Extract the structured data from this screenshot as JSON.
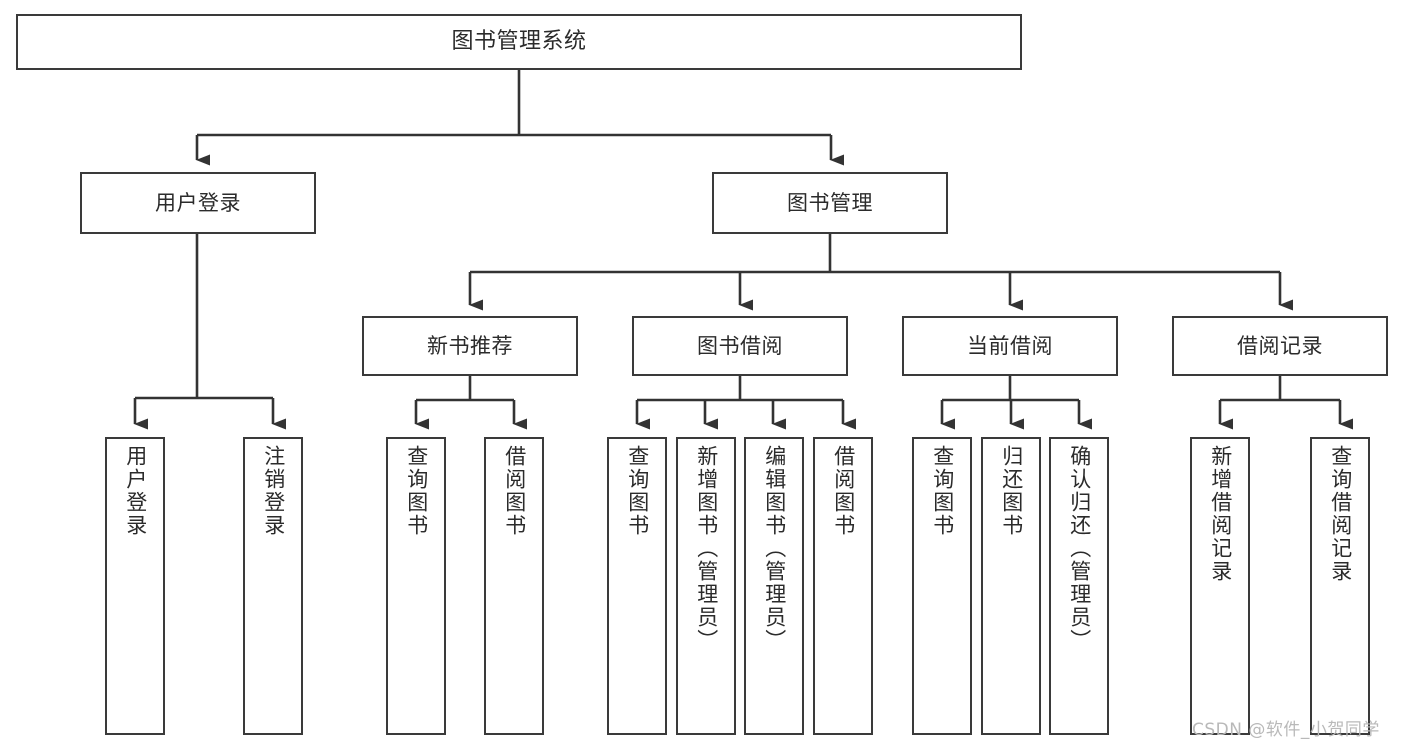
{
  "diagram": {
    "title": "图书管理系统",
    "type": "hierarchy-tree",
    "colors": {
      "background": "#ffffff",
      "box_border": "#3a3a3a",
      "box_fill": "#ffffff",
      "text": "#2b2b2b",
      "connector": "#333333",
      "watermark": "#b9b9b9"
    }
  },
  "root": {
    "label": "图书管理系统"
  },
  "level1": [
    {
      "label": "用户登录"
    },
    {
      "label": "图书管理"
    }
  ],
  "level2": [
    {
      "label": "新书推荐"
    },
    {
      "label": "图书借阅"
    },
    {
      "label": "当前借阅"
    },
    {
      "label": "借阅记录"
    }
  ],
  "leaves": {
    "user_login": [
      {
        "label": "用户登录"
      },
      {
        "label": "注销登录"
      }
    ],
    "new_book_recommend": [
      {
        "label": "查询图书"
      },
      {
        "label": "借阅图书"
      }
    ],
    "book_borrow": [
      {
        "label": "查询图书"
      },
      {
        "label": "新增图书（管理员）"
      },
      {
        "label": "编辑图书（管理员）"
      },
      {
        "label": "借阅图书"
      }
    ],
    "current_borrow": [
      {
        "label": "查询图书"
      },
      {
        "label": "归还图书"
      },
      {
        "label": "确认归还（管理员）"
      }
    ],
    "borrow_records": [
      {
        "label": "新增借阅记录"
      },
      {
        "label": "查询借阅记录"
      }
    ]
  },
  "watermark": {
    "text": "CSDN @软件_小贺同学"
  }
}
